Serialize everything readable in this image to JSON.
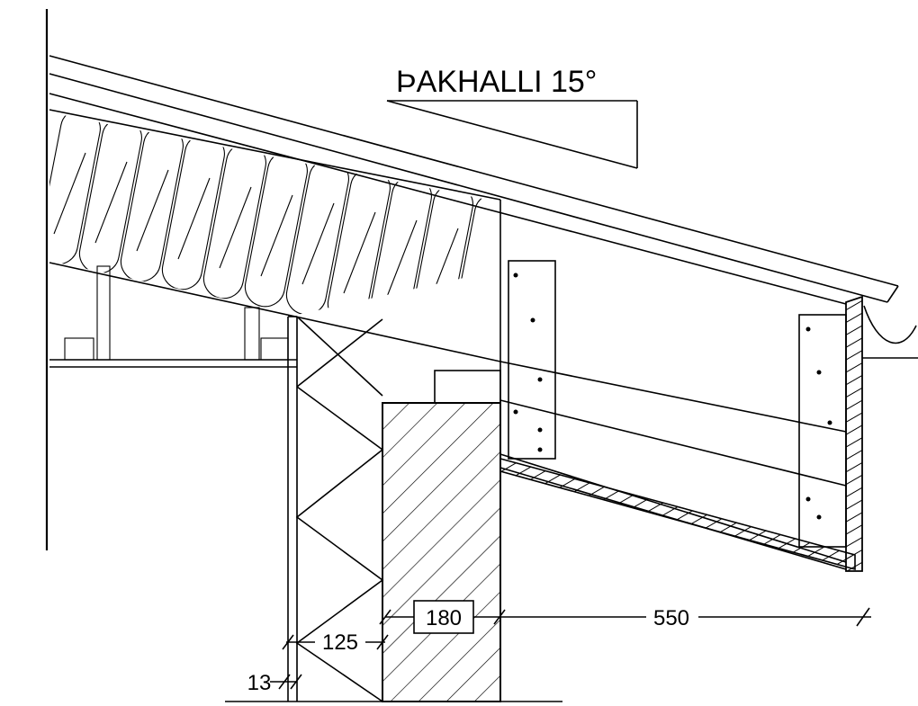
{
  "title": "ÞAKHALLI 15°",
  "dimensions": {
    "dim_13": "13",
    "dim_125": "125",
    "dim_180": "180",
    "dim_550": "550"
  }
}
